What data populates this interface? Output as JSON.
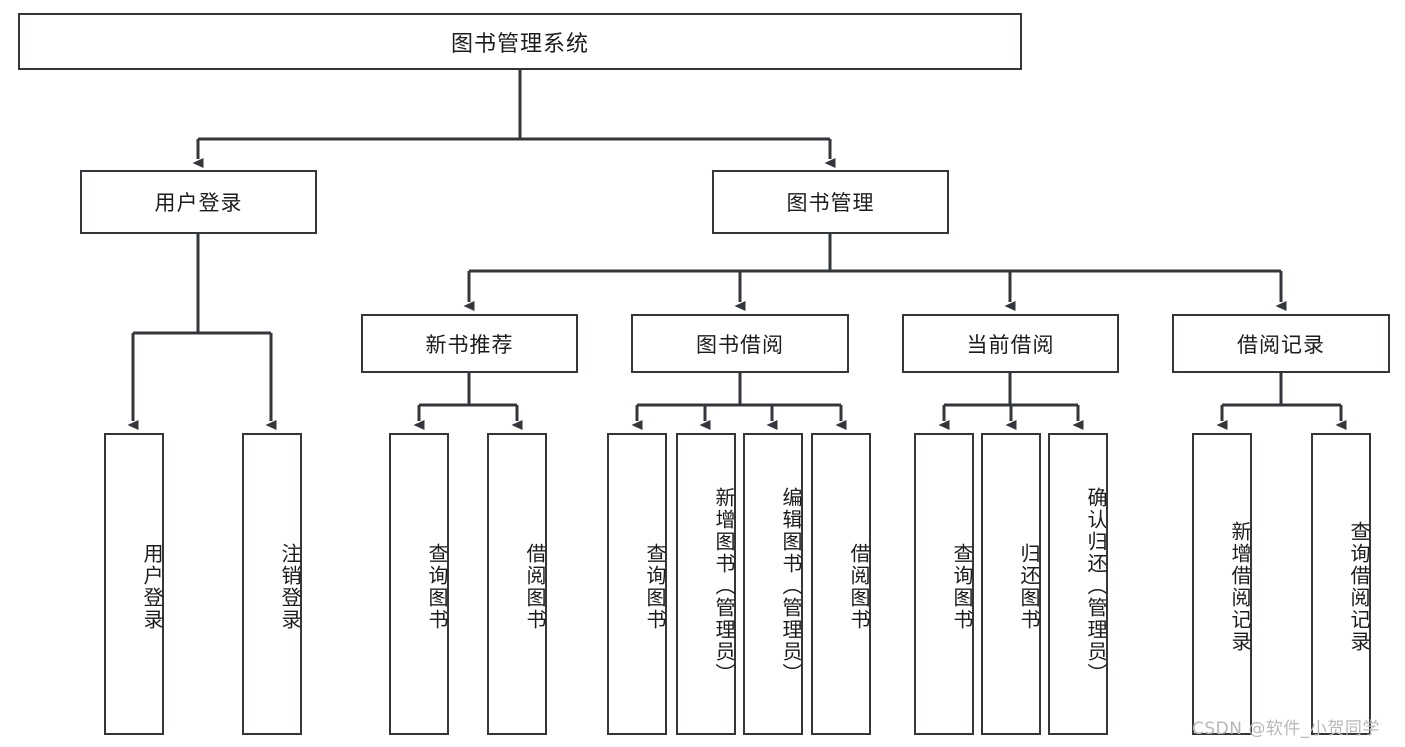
{
  "diagram": {
    "title": "图书管理系统",
    "type": "hierarchy-tree",
    "root": {
      "label": "图书管理系统"
    },
    "level2": [
      {
        "label": "用户登录"
      },
      {
        "label": "图书管理"
      }
    ],
    "level3": [
      {
        "label": "新书推荐"
      },
      {
        "label": "图书借阅"
      },
      {
        "label": "当前借阅"
      },
      {
        "label": "借阅记录"
      }
    ],
    "leaves": {
      "user_login": [
        {
          "label": "用户登录"
        },
        {
          "label": "注销登录"
        }
      ],
      "new_book_recommend": [
        {
          "label": "查询图书"
        },
        {
          "label": "借阅图书"
        }
      ],
      "book_borrow": [
        {
          "label": "查询图书"
        },
        {
          "label": "新增图书（管理员）"
        },
        {
          "label": "编辑图书（管理员）"
        },
        {
          "label": "借阅图书"
        }
      ],
      "current_borrow": [
        {
          "label": "查询图书"
        },
        {
          "label": "归还图书"
        },
        {
          "label": "确认归还（管理员）"
        }
      ],
      "borrow_records": [
        {
          "label": "新增借阅记录"
        },
        {
          "label": "查询借阅记录"
        }
      ]
    }
  },
  "watermark": {
    "text": "CSDN @软件_小贺同学"
  },
  "colors": {
    "background": "#ffffff",
    "border": "#33373b",
    "line": "#33373b",
    "text": "#1c1c1c",
    "watermark": "#b8b8b8"
  }
}
